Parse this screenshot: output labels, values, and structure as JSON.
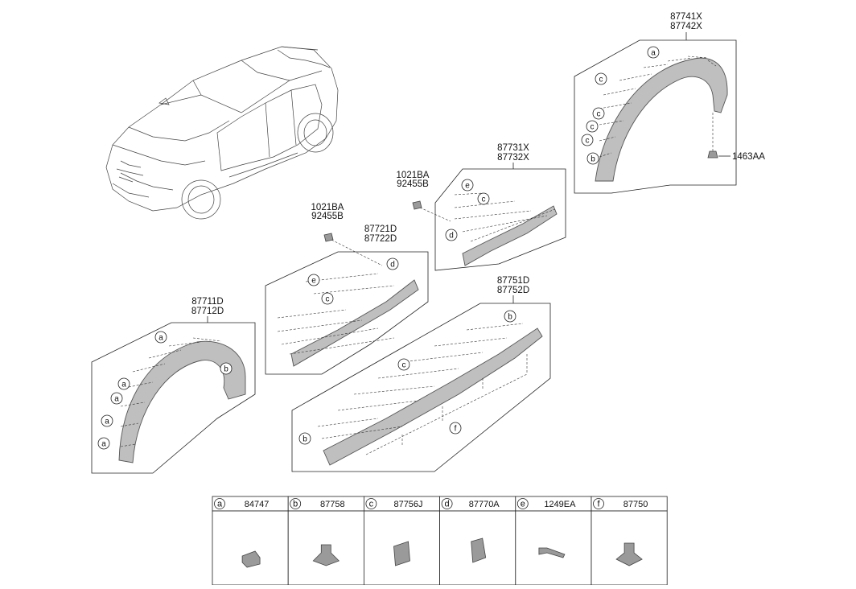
{
  "parts": {
    "rear_arch": [
      "87741X",
      "87742X"
    ],
    "front_arch": [
      "87711D",
      "87712D"
    ],
    "front_door": [
      "87721D",
      "87722D"
    ],
    "rear_door": [
      "87731X",
      "87732X"
    ],
    "side_sill": [
      "87751D",
      "87752D"
    ],
    "clip_front": [
      "1021BA",
      "92455B"
    ],
    "clip_rear": [
      "1021BA",
      "92455B"
    ],
    "nut": "1463AA"
  },
  "legend": [
    {
      "letter": "a",
      "part": "84747"
    },
    {
      "letter": "b",
      "part": "87758"
    },
    {
      "letter": "c",
      "part": "87756J"
    },
    {
      "letter": "d",
      "part": "87770A"
    },
    {
      "letter": "e",
      "part": "1249EA"
    },
    {
      "letter": "f",
      "part": "87750"
    }
  ],
  "callout_letters": {
    "a": "a",
    "b": "b",
    "c": "c",
    "d": "d",
    "e": "e",
    "f": "f"
  }
}
